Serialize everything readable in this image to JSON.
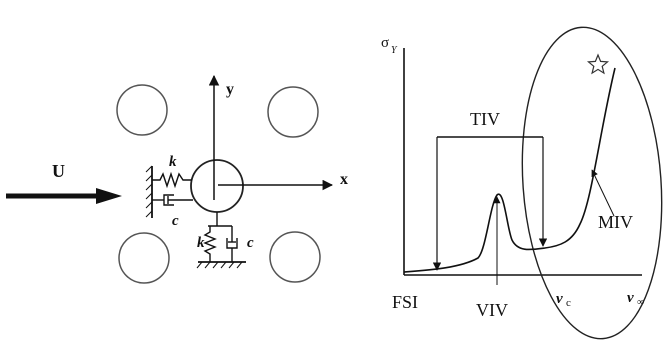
{
  "left_panel": {
    "flow_label": "U",
    "axis_x": "x",
    "axis_y": "y",
    "spring_horizontal": "k",
    "damper_horizontal": "c",
    "spring_vertical": "k",
    "damper_vertical": "c"
  },
  "right_panel": {
    "y_axis_label": "σ",
    "y_axis_subscript": "Y",
    "tiv_label": "TIV",
    "miv_label": "MIV",
    "viv_label": "VIV",
    "fsi_label": "FSI",
    "vc_label": "v",
    "vc_subscript": "c",
    "vinf_label": "v",
    "vinf_subscript": "∞"
  },
  "colors": {
    "ink": "#111111",
    "cylinder": "#555555"
  }
}
